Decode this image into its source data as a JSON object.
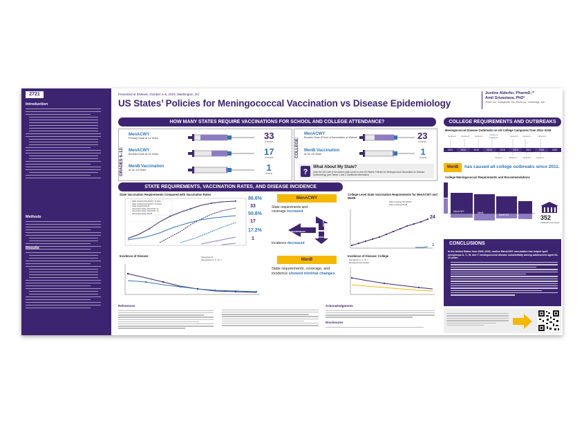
{
  "poster": {
    "number": "2721",
    "presented": "Presented at IDWeek; October 2–6, 2019; Washington, DC",
    "title": "US States’ Policies for Meningococcal Vaccination vs Disease Epidemiology",
    "authors": [
      "Justine Alderfer, PharmD,¹*",
      "Amit Srivastava, PhD²"
    ],
    "affiliation": "¹Pfizer Inc, Collegeville, PA; ²Pfizer Inc, Cambridge, MA",
    "colors": {
      "purple": "#3d2470",
      "blue": "#2e75b6",
      "gold": "#f5b800"
    }
  },
  "left_sections": [
    "Introduction",
    "Methods",
    "Results"
  ],
  "banner1": "HOW MANY STATES REQUIRE VACCINATIONS FOR SCHOOL AND COLLEGE ATTENDANCE?",
  "banner2": "COLLEGE REQUIREMENTS AND OUTBREAKS",
  "banner3": "STATE REQUIREMENTS, VACCINATION RATES, AND DISEASE INCIDENCE",
  "banner4": "CONCLUSIONS",
  "grades_label": "GRADES 6–12:",
  "college_label": "COLLEGE:",
  "grades_items": [
    {
      "name": "MenACWY",
      "sub": "Primary Dose at 11 Years",
      "count": "33",
      "unit": "STATES"
    },
    {
      "name": "MenACWY",
      "sub": "Booster Dose at 16 Years",
      "count": "17",
      "unit": "STATES"
    },
    {
      "name": "MenB Vaccination",
      "sub": "at 16–18 Years",
      "count": "1",
      "unit": "STATE"
    }
  ],
  "college_items": [
    {
      "name": "MenACWY",
      "sub": "Booster Dose (Proof of Vaccination or Waiver)",
      "count": "23",
      "unit": "STATES"
    },
    {
      "name": "MenB Vaccination",
      "sub": "at 16–18 Years",
      "count": "1",
      "unit": "STATE"
    }
  ],
  "what_about": {
    "title": "What About My State?",
    "text": "Scan the QR code in the bottom right corner to view US States’ Policies for Meningococcal Vaccination vs Disease Epidemiology (see Tables 1 and 2, additional information)"
  },
  "outbreaks": {
    "title": "Meningococcal Disease Outbreaks on US College Campuses from 2011–2019",
    "years": [
      "2011",
      "2012",
      "2013",
      "2014",
      "2015",
      "2016",
      "2017",
      "2018",
      "2019"
    ],
    "menb_label": "MenB",
    "menb_text": "has caused all college outbreaks since 2011."
  },
  "college_reqs": {
    "title": "College Meningococcal Requirements and Recommendations",
    "bars": [
      "MenACWY",
      "MenB",
      "MenB VIS",
      "Both"
    ],
    "total_count": "352",
    "total_label": "Institutions surveyed"
  },
  "chart1": {
    "title": "State Vaccination Requirements Compared with Vaccination Rates",
    "labels": [
      "86.6%",
      "33",
      "50.8%",
      "17",
      "17.2%",
      "1"
    ],
    "legend": [
      "State requiring MenACWY ×1 dose",
      "State requiring MenACWY ×2 doses",
      "State requiring MenB",
      "Vaccination Rate: MenACWY ×1",
      "Vaccination Rate: MenACWY ×2",
      "Vaccination Rate: MenB"
    ]
  },
  "chart2": {
    "title": "College-Level State Vaccination Requirements for MenACWY and MenB",
    "legend": [
      "State requiring MenACWY",
      "State requiring MenB"
    ],
    "top_label": "24",
    "bottom_label": "1"
  },
  "incidence1": {
    "title": "Incidence of Disease",
    "legend": [
      "Serogroup B",
      "Serogroups A, C, W, Y"
    ]
  },
  "incidence2": {
    "title": "Incidence of Disease: College",
    "legend": [
      "Serogroups A, C, W, Y",
      "Meningococcal disease"
    ]
  },
  "menacwy_side": {
    "label": "MenACWY",
    "text": "State requirements and coverage",
    "text_hl": "increased",
    "arrow_left": "REQUIREMENTS",
    "arrow_right": "COVERAGE",
    "arrow_bottom": "INCIDENCE",
    "text2": "Incidence",
    "text2_hl": "decreased"
  },
  "menb_side": {
    "label": "MenB",
    "text": "State requirements, coverage, and incidence",
    "text_hl": "showed minimal changes"
  },
  "conclusions_text": "In the United States from 2006–2015, routine MenACWY vaccination has helped spell serogroups A, C, W, and Y meningococcal disease substantially among adolescents aged 16–23 years.",
  "section_references": "References",
  "section_ack": "Acknowledgments",
  "section_disclosures": "Disclosures"
}
